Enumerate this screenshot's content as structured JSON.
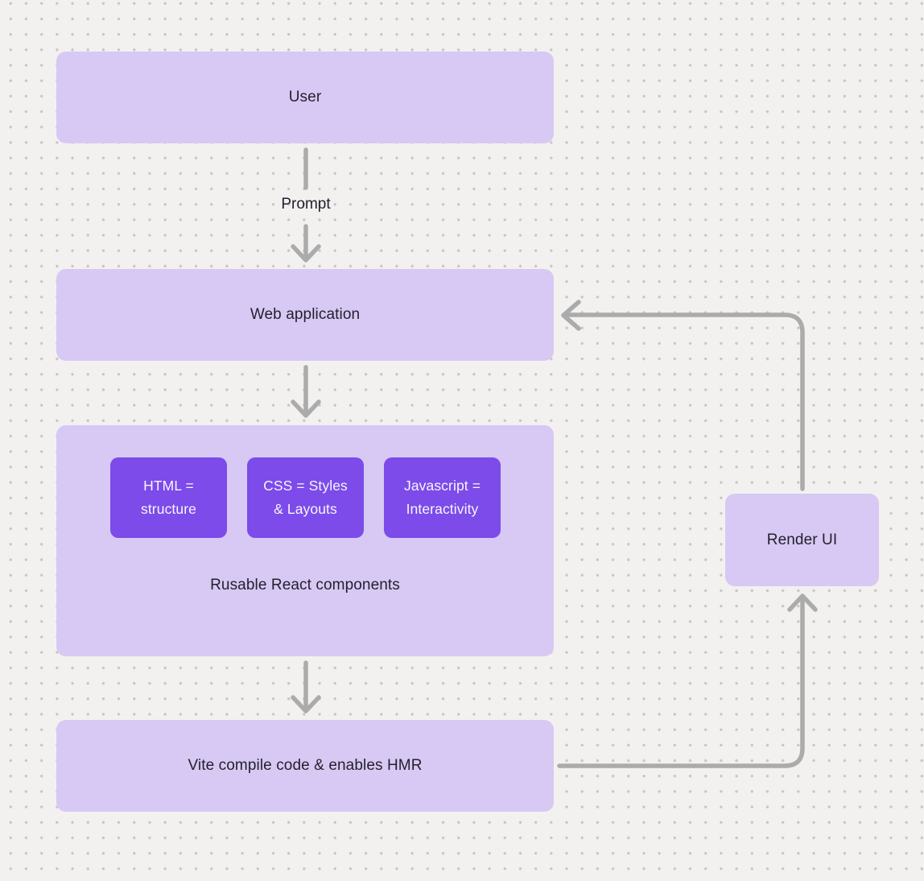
{
  "colors": {
    "canvas_bg": "#f2f1f0",
    "dot": "#c9c6c3",
    "node_fill": "#d7c9f4",
    "chip_fill": "#7c4be9",
    "text_dark": "#241f2b",
    "text_light": "#f8f5ff",
    "arrow": "#ababab"
  },
  "nodes": {
    "user": {
      "label": "User"
    },
    "web_application": {
      "label": "Web application"
    },
    "components": {
      "chips": [
        {
          "label": "HTML =\nstructure"
        },
        {
          "label": "CSS = Styles\n& Layouts"
        },
        {
          "label": "Javascript =\nInteractivity"
        }
      ],
      "caption": "Rusable React components"
    },
    "vite": {
      "label": "Vite compile code & enables HMR"
    },
    "render_ui": {
      "label": "Render UI"
    }
  },
  "edges": {
    "prompt_label": "Prompt"
  }
}
